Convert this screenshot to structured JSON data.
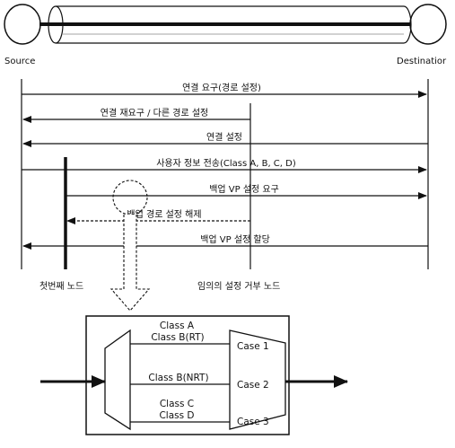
{
  "endpoints": {
    "source": "Source",
    "destination": "Destinatior"
  },
  "messages": [
    {
      "text": "연결 요구(경로 설정)"
    },
    {
      "text": "연결 재요구 / 다른 경로 설정"
    },
    {
      "text": "연결 설정"
    },
    {
      "text": "사용자 정보 전송(Class A, B, C, D)"
    },
    {
      "text": "백업 VP 설정 요구"
    },
    {
      "text": "백업 경로 설정 해제"
    },
    {
      "text": "백업 VP 설정 할당"
    }
  ],
  "nodes": {
    "first": "첫번째 노드",
    "rejecting": "임의의 설정 거부 노드"
  },
  "classes": {
    "a": "Class  A",
    "b_rt": "Class  B(RT)",
    "b_nrt": "Class B(NRT)",
    "c": "Class C",
    "d": "Class D"
  },
  "cases": {
    "c1": "Case 1",
    "c2": "Case 2",
    "c3": "Case 3"
  }
}
